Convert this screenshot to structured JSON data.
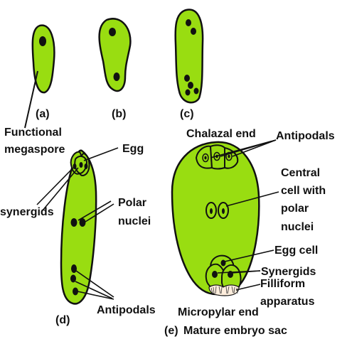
{
  "colors": {
    "cell_fill": "#99dd11",
    "nucleus": "#111111",
    "outline": "#111111",
    "filiform": "#ffeedd",
    "background": "#ffffff"
  },
  "stages": {
    "a": "(a)",
    "b": "(b)",
    "c": "(c)",
    "d": "(d)",
    "e": "(e)"
  },
  "labels": {
    "functional_megaspore_line1": "Functional",
    "functional_megaspore_line2": "megaspore",
    "egg": "Egg",
    "synergids_d": "synergids",
    "polar_nuclei_line1": "Polar",
    "polar_nuclei_line2": "nuclei",
    "antipodals_d": "Antipodals",
    "chalazal_end": "Chalazal end",
    "antipodals_e": "Antipodals",
    "central_cell_line1": "Central",
    "central_cell_line2": "cell with",
    "central_cell_line3": "polar",
    "central_cell_line4": "nuclei",
    "egg_cell": "Egg cell",
    "synergids_e": "Synergids",
    "filiform_line1": "Filliform",
    "filiform_line2": "apparatus",
    "micropylar_end": "Micropylar end",
    "mature_embryo_sac": "Mature embryo sac"
  }
}
